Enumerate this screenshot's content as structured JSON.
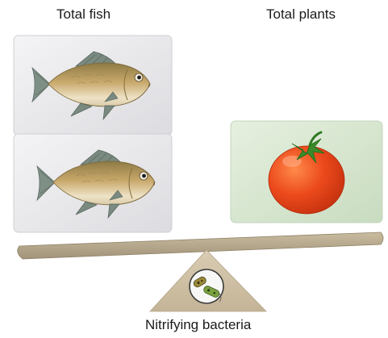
{
  "labels": {
    "fish": "Total fish",
    "plants": "Total plants",
    "bacteria": "Nitrifying bacteria"
  },
  "icons": {
    "fish_card_count": 2,
    "fish": "fish-icon",
    "plant": "tomato-icon",
    "fulcrum": "bacteria-icon"
  },
  "colors": {
    "card_fish": "#e9e9eb",
    "card_plant": "#d7e6cf",
    "beam": "#b3a58b",
    "fulcrum": "#d6c7ab",
    "tomato": "#e64a1e",
    "fish_body": "#c2a265"
  }
}
